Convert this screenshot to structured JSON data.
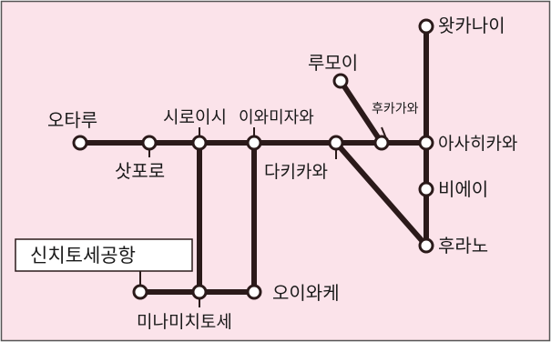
{
  "colors": {
    "background": "#fbe3ea",
    "border": "#555555",
    "line": "#2b1a1a",
    "station_fill": "#ffffff",
    "label_box_fill": "#ffffff"
  },
  "stations": {
    "otaru": "오타루",
    "sapporo": "삿포로",
    "shiroishi": "시로이시",
    "iwamizawa": "이와미자와",
    "takikawa": "다키카와",
    "rumoi": "루모이",
    "fukagawa": "후카가와",
    "wakkanai": "왓카나이",
    "asahikawa": "아사히카와",
    "biei": "비에이",
    "furano": "후라노",
    "oiwake": "오이와케",
    "minami_chitose": "미나미치토세",
    "new_chitose_airport": "신치토세공항"
  }
}
